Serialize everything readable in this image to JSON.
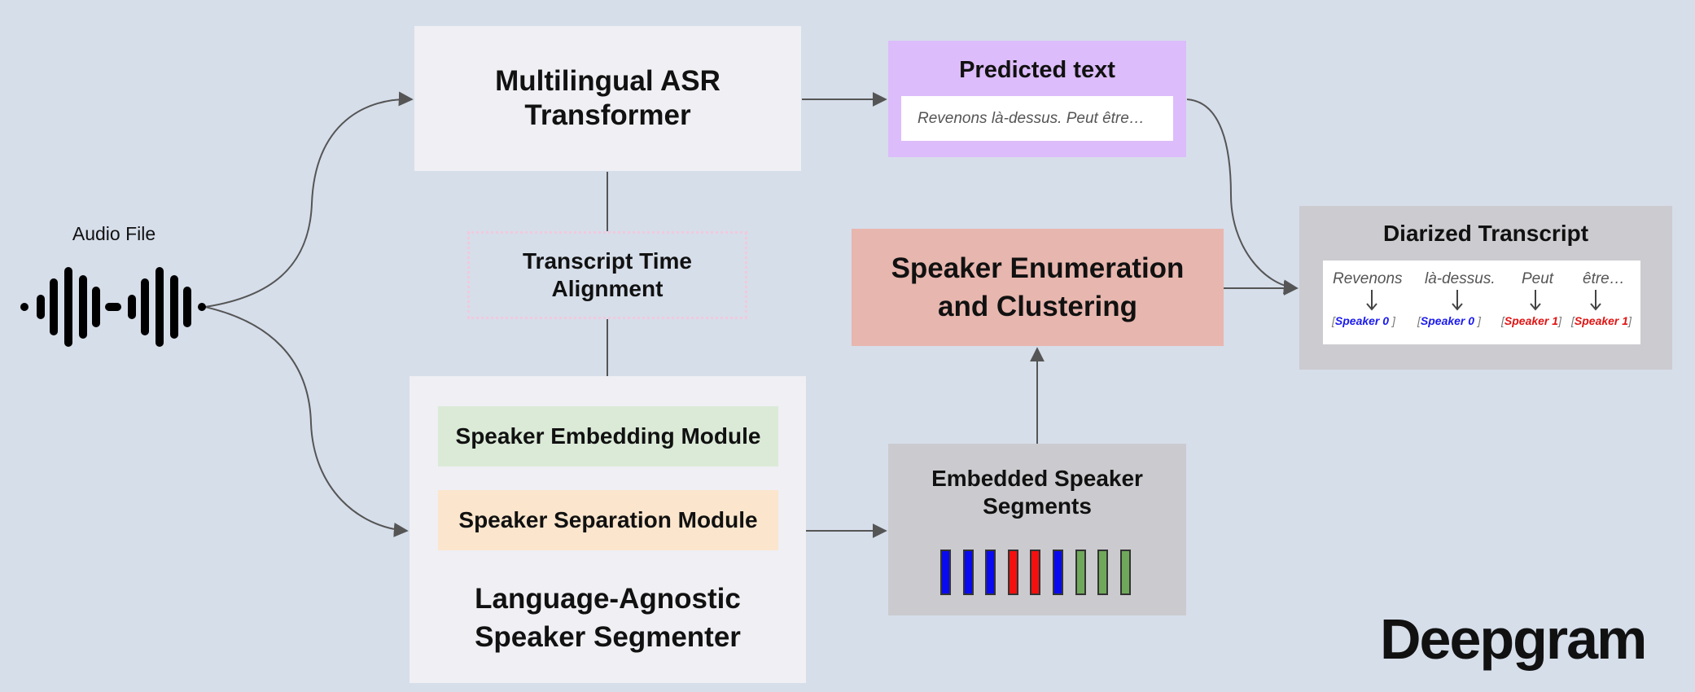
{
  "audio": {
    "label": "Audio File"
  },
  "asr": {
    "title_line1": "Multilingual ASR",
    "title_line2": "Transformer"
  },
  "predicted": {
    "title": "Predicted text",
    "text": "Revenons là-dessus. Peut être…"
  },
  "alignment": {
    "line1": "Transcript Time",
    "line2": "Alignment"
  },
  "enumeration": {
    "line1": "Speaker Enumeration",
    "line2": "and Clustering"
  },
  "diarized": {
    "title": "Diarized Transcript",
    "words": [
      "Revenons",
      "là-dessus.",
      "Peut",
      "être…"
    ],
    "speakers": [
      "Speaker 0",
      "Speaker 0",
      "Speaker 1",
      "Speaker 1"
    ]
  },
  "segmenter": {
    "embedding_module": "Speaker Embedding Module",
    "separation_module": "Speaker Separation Module",
    "title_line1": "Language-Agnostic",
    "title_line2": "Speaker Segmenter"
  },
  "embedded_segments": {
    "line1": "Embedded Speaker",
    "line2": "Segments",
    "bars": [
      "blue",
      "blue",
      "blue",
      "red",
      "red",
      "blue",
      "green",
      "green",
      "green"
    ]
  },
  "colors": {
    "background": "#d6deea",
    "speaker0": "#1a1aee",
    "speaker1": "#e01414",
    "blue": "#0a0af0",
    "red": "#f51010",
    "green": "#6fa85a"
  },
  "logo": {
    "text": "Deepgram"
  }
}
